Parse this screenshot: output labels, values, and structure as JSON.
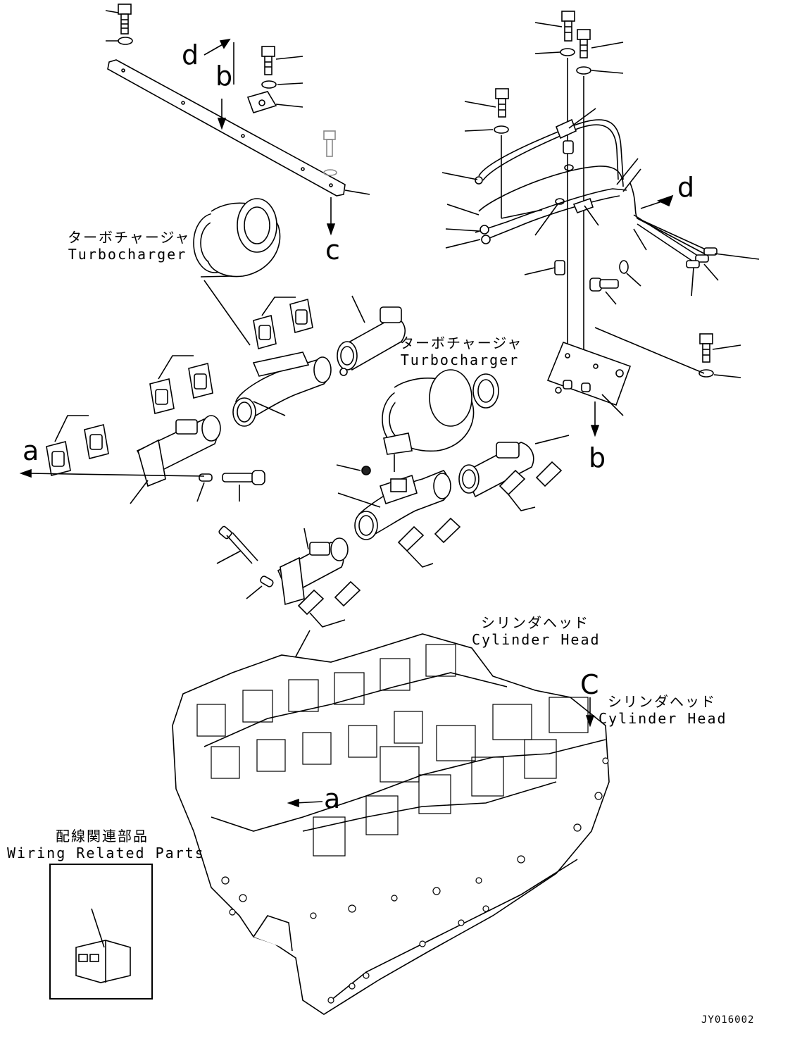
{
  "labels": {
    "turbo_top_jp": "ターボチャージャ",
    "turbo_top_en": "Turbocharger",
    "turbo_mid_jp": "ターボチャージャ",
    "turbo_mid_en": "Turbocharger",
    "head1_jp": "シリンダヘッド",
    "head1_en": "Cylinder Head",
    "head2_jp": "シリンダヘッド",
    "head2_en": "Cylinder Head",
    "wiring_jp": "配線関連部品",
    "wiring_en": "Wiring Related Parts"
  },
  "ref_letters": {
    "d_left": "d",
    "b_left": "b",
    "c_top": "c",
    "d_right": "d",
    "b_right": "b",
    "a_left": "a",
    "c_engine": "C",
    "a_engine": "a"
  },
  "drawing_id": "JY016002"
}
